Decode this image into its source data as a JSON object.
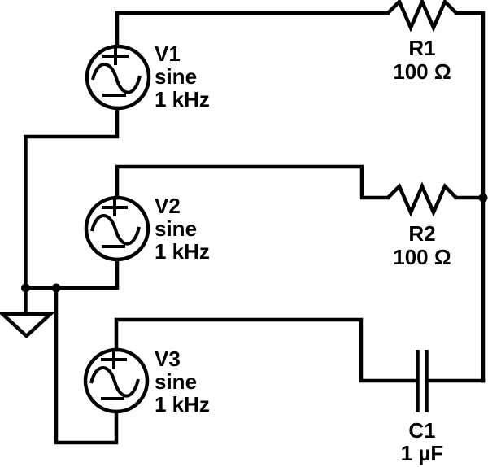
{
  "colors": {
    "stroke": "#000000",
    "background": "#ffffff"
  },
  "schematic": {
    "sources": [
      {
        "id": "V1",
        "waveform": "sine",
        "frequency": "1 kHz"
      },
      {
        "id": "V2",
        "waveform": "sine",
        "frequency": "1 kHz"
      },
      {
        "id": "V3",
        "waveform": "sine",
        "frequency": "1 kHz"
      }
    ],
    "resistors": [
      {
        "id": "R1",
        "value": "100 Ω"
      },
      {
        "id": "R2",
        "value": "100 Ω"
      }
    ],
    "capacitors": [
      {
        "id": "C1",
        "value": "1 µF"
      }
    ]
  }
}
